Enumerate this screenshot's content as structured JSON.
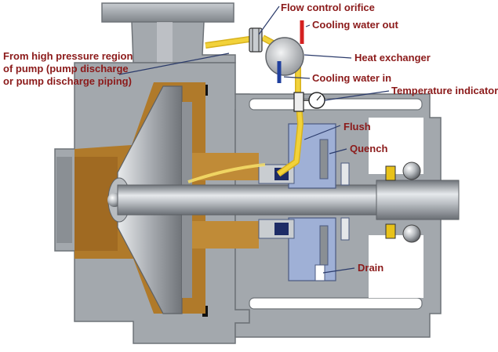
{
  "colors": {
    "label": "#8b1a1a",
    "leader": "#2b3b6b",
    "casing": "#9ea3a8",
    "casing_dark": "#6e7378",
    "bronze": "#b07a2a",
    "flush_line": "#f2d23a",
    "seal_blue": "#9fb0d6",
    "hot_water": "#d42020",
    "cold_water": "#1f3f9e"
  },
  "labels": {
    "flow_control_orifice": "Flow control orifice",
    "cooling_water_out": "Cooling water out",
    "heat_exchanger": "Heat exchanger",
    "cooling_water_in": "Cooling water in",
    "temperature_indicator": "Temperature indicator",
    "flush": "Flush",
    "quench": "Quench",
    "drain": "Drain",
    "high_pressure_source": [
      "From high pressure region",
      "of pump (pump discharge",
      "or pump discharge piping)"
    ]
  }
}
